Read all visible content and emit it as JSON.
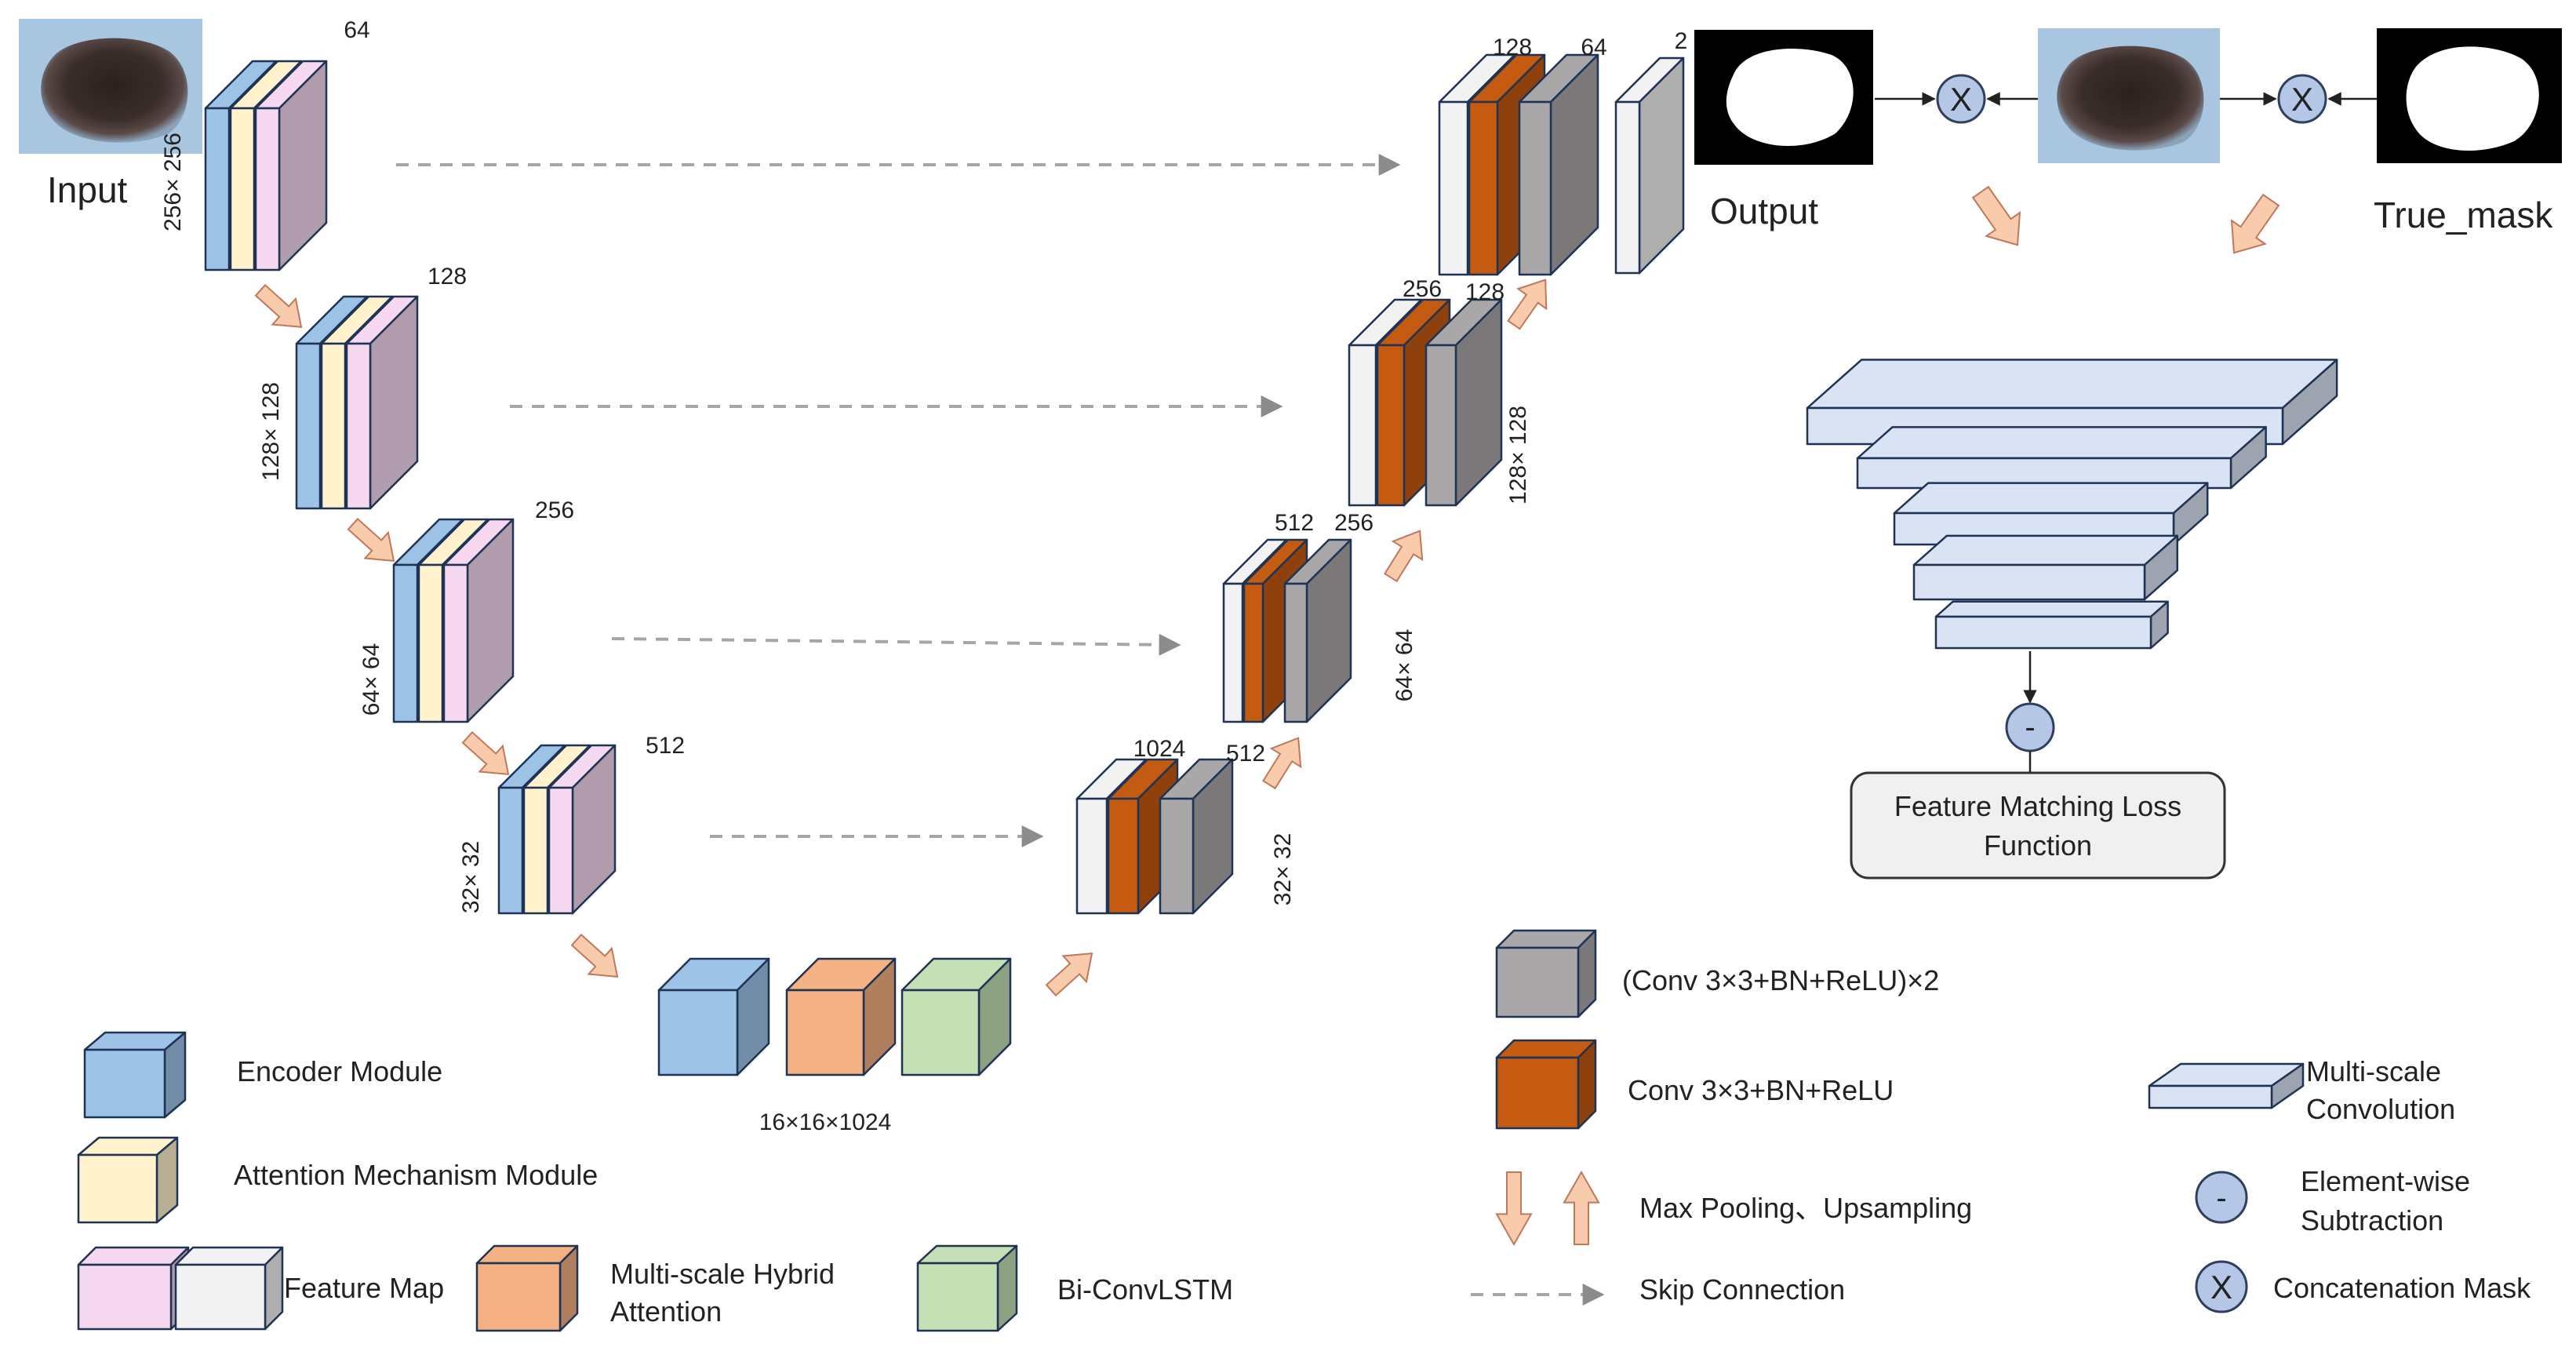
{
  "input": {
    "label": "Input",
    "size": "256× 256",
    "channels": "64"
  },
  "encoder": [
    {
      "size": "128× 128",
      "channels": "128"
    },
    {
      "size": "64× 64",
      "channels": "256"
    },
    {
      "size": "32× 32",
      "channels": "512"
    }
  ],
  "bottleneck": {
    "label": "16×16×1024"
  },
  "decoder": {
    "d4": {
      "ch_a": "1024",
      "ch_b": "512",
      "size": "32× 32"
    },
    "d3": {
      "ch_a": "512",
      "ch_b": "256",
      "size": "64× 64"
    },
    "d2": {
      "ch_a": "256",
      "ch_b": "128",
      "size": "128× 128"
    },
    "d1": {
      "ch_a": "128",
      "ch_b": "64",
      "ch_out": "2"
    }
  },
  "output": {
    "label": "Output"
  },
  "true_mask": {
    "label": "True_mask"
  },
  "loss": {
    "line1": "Feature Matching Loss",
    "line2": "Function"
  },
  "symbols": {
    "concat": "X",
    "subtract": "-"
  },
  "legend": {
    "encoder": "Encoder Module",
    "attention": "Attention Mechanism Module",
    "feature_map": "Feature Map",
    "hybrid_line1": "Multi-scale Hybrid",
    "hybrid_line2": "Attention",
    "bilstm": "Bi-ConvLSTM",
    "conv2": "(Conv 3×3+BN+ReLU)×2",
    "conv1": "Conv 3×3+BN+ReLU",
    "pool": "Max Pooling、Upsampling",
    "skip": "Skip Connection",
    "msconv_line1": "Multi-scale",
    "msconv_line2": "Convolution",
    "sub_line1": "Element-wise",
    "sub_line2": "Subtraction",
    "concat_mask": "Concatenation Mask"
  },
  "colors": {
    "encoder": "#9dc3e6",
    "attention": "#fff2cc",
    "feature_map": "#f6d9f0",
    "feature_map_white": "#f2f2f2",
    "conv_gray": "#a9a7a7",
    "conv_orange": "#c55a11",
    "hybrid": "#f4b183",
    "bilstm": "#c5e0b4",
    "ms_conv": "#dae3f3",
    "arrow_fill": "#f8cbad"
  }
}
